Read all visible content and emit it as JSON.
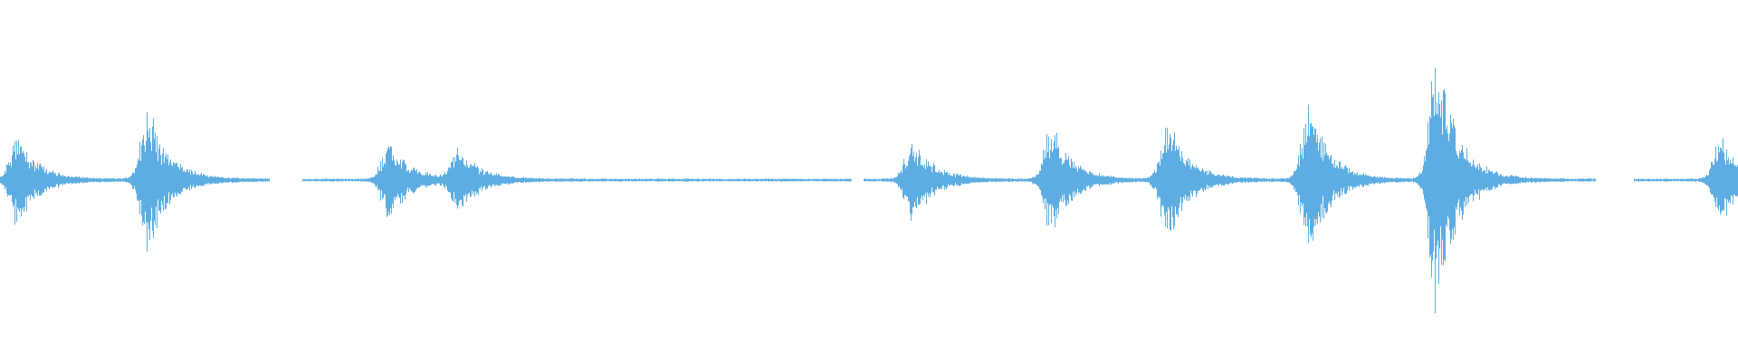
{
  "waveform": {
    "color": "#5dade2",
    "background": "#ffffff",
    "segments": [
      {
        "start": 0.0,
        "end": 0.155,
        "bursts": [
          {
            "at": 0.01,
            "amp": 0.34
          },
          {
            "at": 0.085,
            "amp": 0.58
          }
        ]
      },
      {
        "start": 0.174,
        "end": 0.49,
        "bursts": [
          {
            "at": 0.224,
            "amp": 0.3
          },
          {
            "at": 0.264,
            "amp": 0.24
          }
        ]
      },
      {
        "start": 0.497,
        "end": 0.918,
        "bursts": [
          {
            "at": 0.525,
            "amp": 0.33
          },
          {
            "at": 0.605,
            "amp": 0.44
          },
          {
            "at": 0.672,
            "amp": 0.46
          },
          {
            "at": 0.753,
            "amp": 0.6
          },
          {
            "at": 0.827,
            "amp": 1.0
          }
        ]
      },
      {
        "start": 0.94,
        "end": 1.0,
        "bursts": [
          {
            "at": 0.99,
            "amp": 0.34
          }
        ]
      }
    ]
  }
}
